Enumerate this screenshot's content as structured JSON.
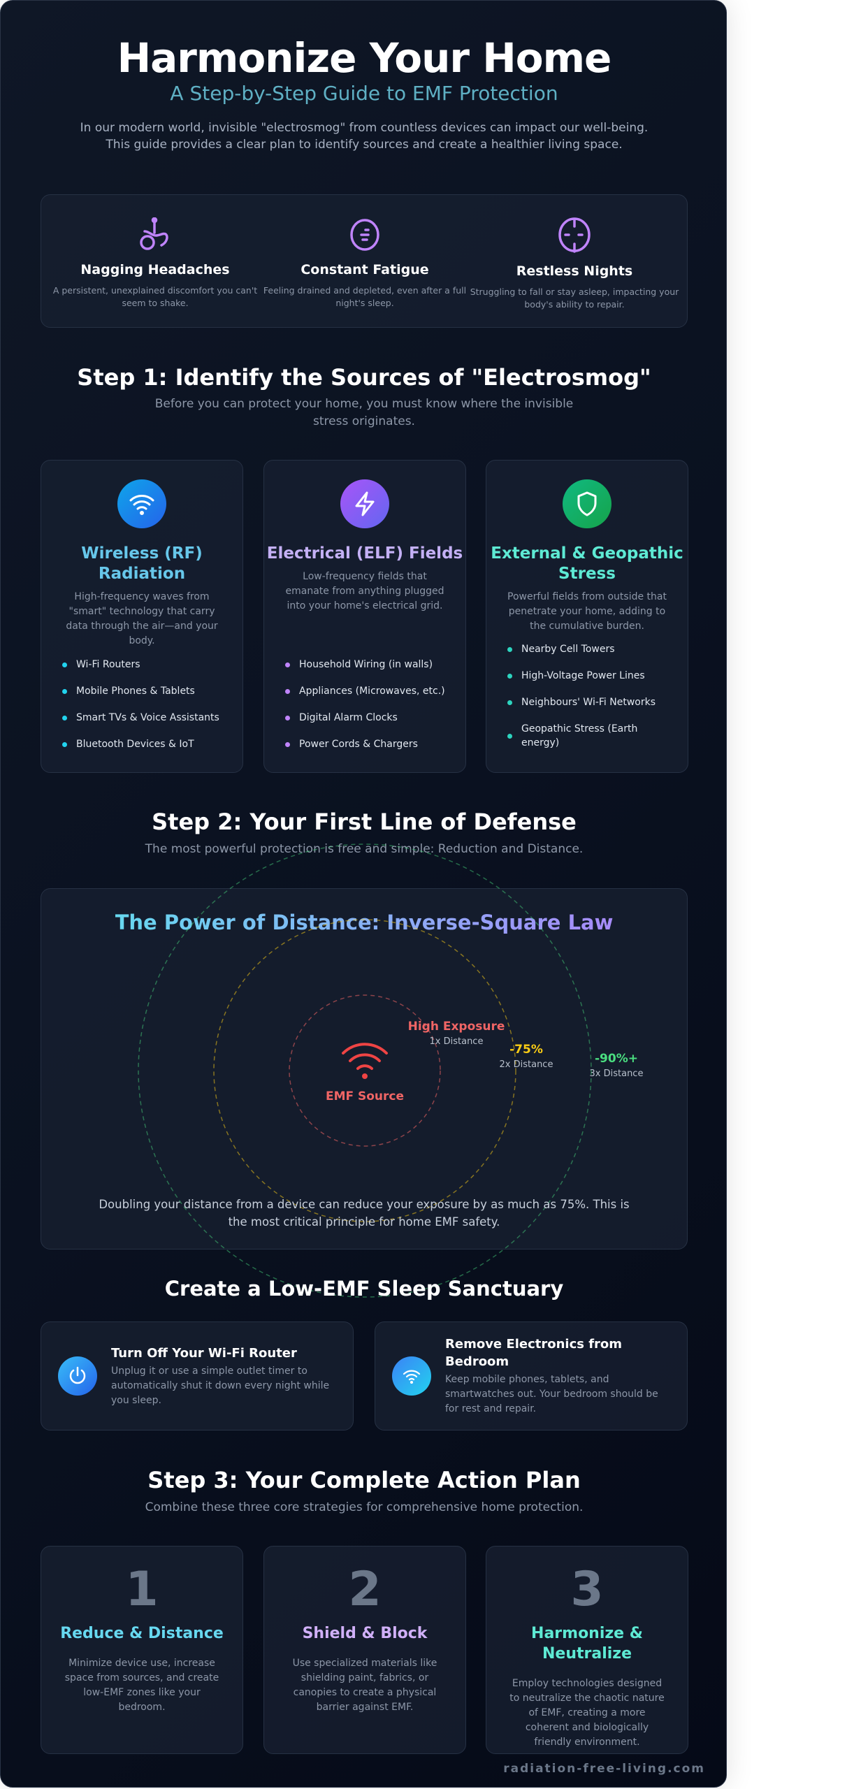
{
  "header": {
    "title": "Harmonize Your Home",
    "subtitle": "A Step-by-Step Guide to EMF Protection",
    "intro_line1": "In our modern world, invisible \"electrosmog\" from countless devices can impact our well-being.",
    "intro_line2": "This guide provides a clear plan to identify sources and create a healthier living space."
  },
  "symptoms": [
    {
      "icon": "head-icon",
      "title": "Nagging Headaches",
      "desc": "A persistent, unexplained discomfort you can't seem to shake."
    },
    {
      "icon": "battery-low-icon",
      "title": "Constant Fatigue",
      "desc": "Feeling drained and depleted, even after a full night's sleep."
    },
    {
      "icon": "moon-clock-icon",
      "title": "Restless Nights",
      "desc": "Struggling to fall or stay asleep, impacting your body's ability to repair."
    }
  ],
  "step1": {
    "title": "Step 1: Identify the Sources of \"Electrosmog\"",
    "subtitle": "Before you can protect your home, you must know where the invisible stress originates.",
    "sources": [
      {
        "icon": "wifi-icon",
        "title": "Wireless (RF) Radiation",
        "color": "#67c7ea",
        "desc": "High-frequency waves from \"smart\" technology that carry data through the air—and your body.",
        "items": [
          "Wi-Fi Routers",
          "Mobile Phones & Tablets",
          "Smart TVs & Voice Assistants",
          "Bluetooth Devices & IoT"
        ]
      },
      {
        "icon": "lightning-icon",
        "title": "Electrical (ELF) Fields",
        "color": "#c4b0f5",
        "desc": "Low-frequency fields that emanate from anything plugged into your home's electrical grid.",
        "items": [
          "Household Wiring (in walls)",
          "Appliances (Microwaves, etc.)",
          "Digital Alarm Clocks",
          "Power Cords & Chargers"
        ]
      },
      {
        "icon": "shield-icon",
        "title": "External & Geopathic Stress",
        "color": "#5eead4",
        "desc": "Powerful fields from outside that penetrate your home, adding to the cumulative burden.",
        "items": [
          "Nearby Cell Towers",
          "High-Voltage Power Lines",
          "Neighbours' Wi-Fi Networks",
          "Geopathic Stress (Earth energy)"
        ]
      }
    ]
  },
  "step2": {
    "title": "Step 2: Your First Line of Defense",
    "subtitle": "The most powerful protection is free and simple: Reduction and Distance.",
    "diagram": {
      "title": "The Power of Distance: Inverse-Square Law",
      "source_label": "EMF Source",
      "rings": [
        {
          "label": "High Exposure",
          "distance": "1x Distance",
          "color": "#f06565"
        },
        {
          "label": "-75%",
          "distance": "2x Distance",
          "color": "#facc15"
        },
        {
          "label": "-90%+",
          "distance": "3x Distance",
          "color": "#4ade80"
        }
      ],
      "caption": "Doubling your distance from a device can reduce your exposure by as much as 75%. This is the most critical principle for home EMF safety."
    }
  },
  "sanctuary": {
    "title": "Create a Low-EMF Sleep Sanctuary",
    "tips": [
      {
        "icon": "power-icon",
        "title": "Turn Off Your Wi-Fi Router",
        "desc": "Unplug it or use a simple outlet timer to automatically shut it down every night while you sleep."
      },
      {
        "icon": "wifi-icon",
        "title": "Remove Electronics from Bedroom",
        "desc": "Keep mobile phones, tablets, and smartwatches out. Your bedroom should be for rest and repair."
      }
    ]
  },
  "step3": {
    "title": "Step 3: Your Complete Action Plan",
    "subtitle": "Combine these three core strategies for comprehensive home protection.",
    "actions": [
      {
        "number": "1",
        "title": "Reduce & Distance",
        "color": "#67d8f0",
        "desc": "Minimize device use, increase space from sources, and create low-EMF zones like your bedroom."
      },
      {
        "number": "2",
        "title": "Shield & Block",
        "color": "#d0b0f8",
        "desc": "Use specialized materials like shielding paint, fabrics, or canopies to create a physical barrier against EMF."
      },
      {
        "number": "3",
        "title": "Harmonize & Neutralize",
        "color": "#5eead4",
        "desc": "Employ technologies designed to neutralize the chaotic nature of EMF, creating a more coherent and biologically friendly environment."
      }
    ]
  },
  "footer": {
    "site": "radiation-free-living.com"
  }
}
